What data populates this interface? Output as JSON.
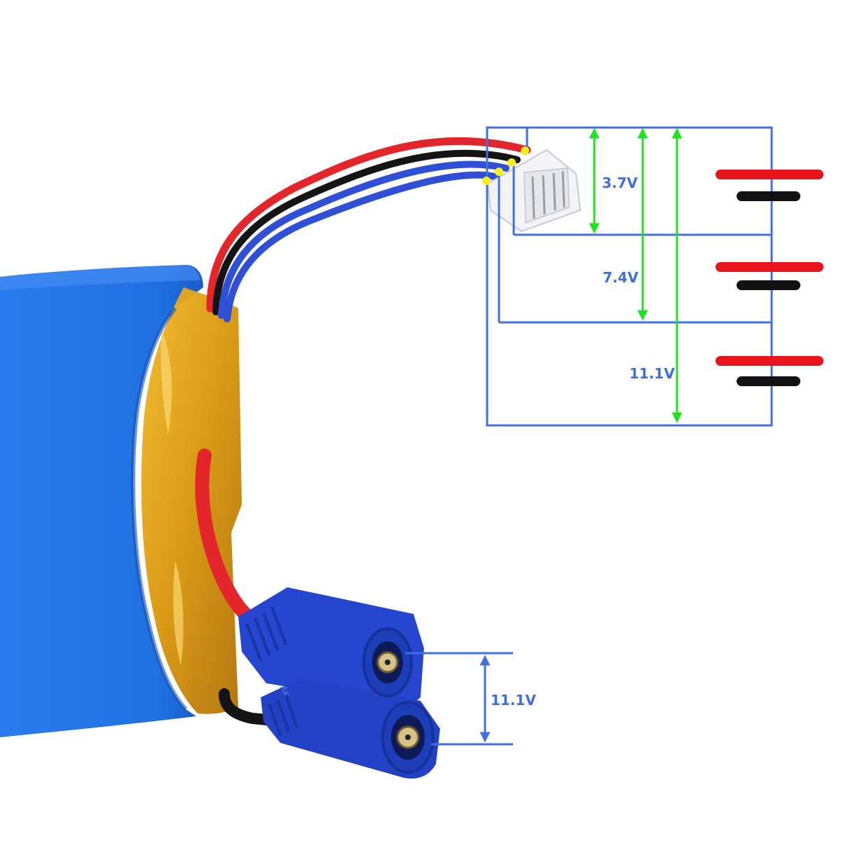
{
  "colors": {
    "diagram_blue": "#3f6fe0",
    "label_blue": "#3d6fe0",
    "arrow_green": "#22e022",
    "cell_red": "#e8141c",
    "cell_black": "#111111",
    "tap_yellow": "#f5ee1c",
    "pack_blue": "#1f72e6",
    "kapton": "#e0a00c",
    "wire_red": "#e3262b",
    "wire_black": "#141414",
    "wire_blue": "#2f4fd6",
    "connector_blue": "#2746cf",
    "balance_plug": "#f4f4f6"
  },
  "diagram": {
    "cells": [
      "cell-1",
      "cell-2",
      "cell-3"
    ],
    "labels": {
      "cell1_voltage": "3.7V",
      "two_cell_voltage": "7.4V",
      "pack_voltage": "11.1V"
    }
  },
  "main_connector": {
    "voltage_label": "11.1V",
    "mold_text": "AK"
  }
}
